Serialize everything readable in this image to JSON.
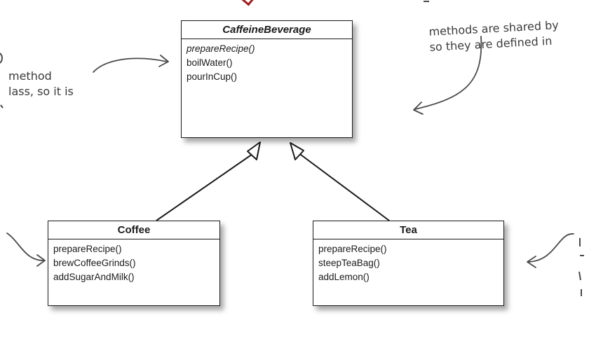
{
  "classes": {
    "base": {
      "name": "CaffeineBeverage",
      "methods": [
        "prepareRecipe()",
        "boilWater()",
        "pourInCup()"
      ]
    },
    "coffee": {
      "name": "Coffee",
      "methods": [
        "prepareRecipe()",
        "brewCoffeeGrinds()",
        "addSugarAndMilk()"
      ]
    },
    "tea": {
      "name": "Tea",
      "methods": [
        "prepareRecipe()",
        "steepTeaBag()",
        "addLemon()"
      ]
    }
  },
  "notes": {
    "top_right": [
      "methods are shared by",
      "so they are defined in"
    ],
    "left": [
      "method",
      "lass, so it is"
    ]
  },
  "colors": {
    "line": "#1a1a1a",
    "note_text": "#3a3a3a",
    "title_accent": "#a02020"
  }
}
